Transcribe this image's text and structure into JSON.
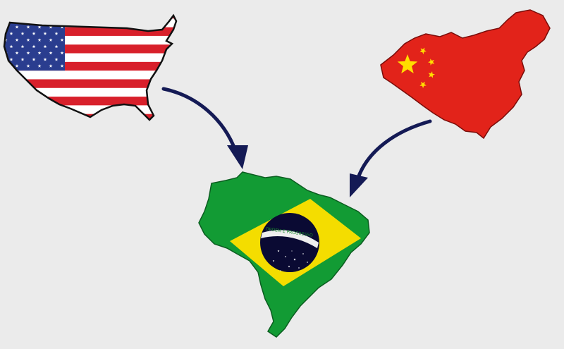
{
  "background": "#ebebeb",
  "regions": [
    {
      "id": "usa",
      "name": "United States",
      "flag": "usa-flag",
      "colors": {
        "red": "#d8202b",
        "white": "#ffffff",
        "blue": "#2a3d8f",
        "star": "#ffffff"
      }
    },
    {
      "id": "china",
      "name": "China",
      "flag": "china-flag",
      "colors": {
        "red": "#e2231a",
        "star": "#ffde00"
      }
    },
    {
      "id": "brazil",
      "name": "Brazil",
      "flag": "brazil-flag",
      "colors": {
        "green": "#129b34",
        "yellow": "#f4dd00",
        "blue": "#0a0a33",
        "band": "#eeeeee",
        "band_text": "#1a8a2e"
      }
    }
  ],
  "arrows": [
    {
      "from": "usa",
      "to": "brazil",
      "color": "#141a55"
    },
    {
      "from": "china",
      "to": "brazil",
      "color": "#141a55"
    }
  ],
  "brazil_band_text": "ORDEM E PROGRESSO",
  "outline_color": "#111111"
}
